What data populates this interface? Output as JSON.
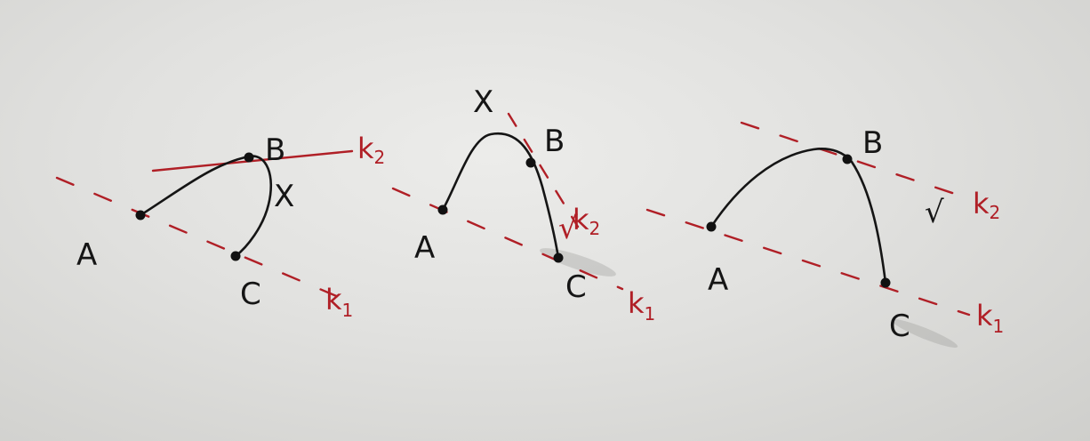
{
  "sketches": [
    {
      "points": {
        "a": "A",
        "b": "B",
        "c": "C"
      },
      "lines": {
        "k1": "k",
        "k1_sub": "1",
        "k2": "k",
        "k2_sub": "2"
      },
      "mark": "X",
      "mark_color": "#151515"
    },
    {
      "points": {
        "a": "A",
        "b": "B",
        "c": "C"
      },
      "lines": {
        "k1": "k",
        "k1_sub": "1",
        "k2": "k",
        "k2_sub": "2"
      },
      "mark": "X",
      "check": "√",
      "mark_color": "#151515"
    },
    {
      "points": {
        "a": "A",
        "b": "B",
        "c": "C"
      },
      "lines": {
        "k1": "k",
        "k1_sub": "1",
        "k2": "k",
        "k2_sub": "2"
      },
      "check": "√",
      "mark_color": "#b01f26"
    }
  ],
  "colors": {
    "ink": "#151515",
    "red_marker": "#b01f26",
    "board": "#e4e4e2"
  }
}
